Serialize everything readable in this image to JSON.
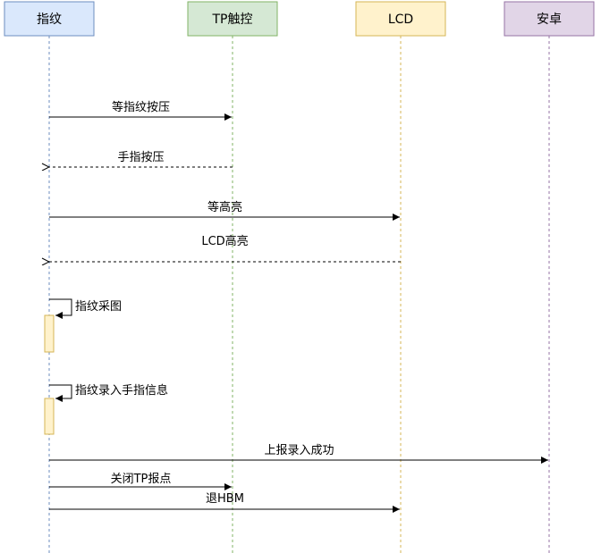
{
  "participants": [
    {
      "id": "fingerprint",
      "label": "指纹",
      "fill": "#dae8fc",
      "stroke": "#6c8ebf"
    },
    {
      "id": "tp",
      "label": "TP触控",
      "fill": "#d5e8d4",
      "stroke": "#82b366"
    },
    {
      "id": "lcd",
      "label": "LCD",
      "fill": "#fff2cc",
      "stroke": "#d6b656"
    },
    {
      "id": "android",
      "label": "安卓",
      "fill": "#e1d5e7",
      "stroke": "#9673a6"
    }
  ],
  "messages": [
    {
      "from": "fingerprint",
      "to": "tp",
      "label": "等指纹按压",
      "style": "solid"
    },
    {
      "from": "tp",
      "to": "fingerprint",
      "label": "手指按压",
      "style": "dashed"
    },
    {
      "from": "fingerprint",
      "to": "lcd",
      "label": "等高亮",
      "style": "solid"
    },
    {
      "from": "lcd",
      "to": "fingerprint",
      "label": "LCD高亮",
      "style": "dashed"
    },
    {
      "from": "fingerprint",
      "to": "fingerprint",
      "label": "指纹采图",
      "style": "self"
    },
    {
      "from": "fingerprint",
      "to": "fingerprint",
      "label": "指纹录入手指信息",
      "style": "self"
    },
    {
      "from": "fingerprint",
      "to": "android",
      "label": "上报录入成功",
      "style": "solid"
    },
    {
      "from": "fingerprint",
      "to": "tp",
      "label": "关闭TP报点",
      "style": "solid"
    },
    {
      "from": "fingerprint",
      "to": "lcd",
      "label": "退HBM",
      "style": "solid"
    }
  ],
  "activation": {
    "fill": "#fff2cc",
    "stroke": "#d6b656"
  }
}
